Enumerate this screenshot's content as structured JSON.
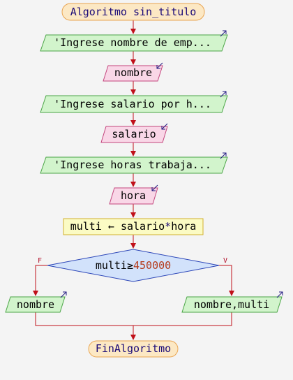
{
  "colors": {
    "flow_line": "#c0101a",
    "terminal_fill": "#fce8c4",
    "terminal_stroke": "#e9a450",
    "output_fill": "#d2f4cc",
    "output_stroke": "#4aa546",
    "input_fill": "#f9d7e7",
    "input_stroke": "#c3457d",
    "process_fill": "#fbfbc4",
    "process_stroke": "#d2b12e",
    "decision_fill": "#d2e2fb",
    "decision_stroke": "#2c46b8",
    "arrow_icon": "#1f1880",
    "keyword_text": "#1a0a78",
    "number_text": "#b53a1a",
    "branch_label": "#b3102a"
  },
  "nodes": {
    "start": {
      "keyword": "Algoritmo",
      "name": "sin_titulo"
    },
    "write1": {
      "text": "'Ingrese nombre de emp..."
    },
    "read1": {
      "text": "nombre"
    },
    "write2": {
      "text": "'Ingrese salario por h..."
    },
    "read2": {
      "text": "salario"
    },
    "write3": {
      "text": "'Ingrese horas trabaja..."
    },
    "read3": {
      "text": "hora"
    },
    "assign": {
      "target": "multi",
      "arrow": "←",
      "expr_a": "salario",
      "op": "*",
      "expr_b": "hora"
    },
    "decision": {
      "left": "multi",
      "op": "≥",
      "value": "450000"
    },
    "false_label": "F",
    "true_label": "V",
    "write_false": {
      "text": "nombre"
    },
    "write_true": {
      "text": "nombre,multi"
    },
    "end": {
      "keyword": "FinAlgoritmo"
    }
  }
}
